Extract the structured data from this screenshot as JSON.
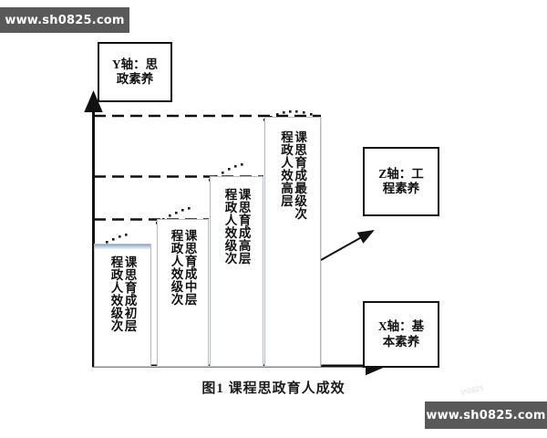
{
  "figure": {
    "caption": "图1  课程思政育人成效",
    "axes": {
      "y_label": "Y轴：思政素养",
      "y_label_line1": "Y轴：思",
      "y_label_line2": "政素养",
      "z_label": "Z轴：工程素养",
      "z_label_line1": "Z轴：工",
      "z_label_line2": "程素养",
      "x_label": "X轴：基本素养",
      "x_label_line1": "X轴：基",
      "x_label_line2": "本素养"
    },
    "colors": {
      "axis": "#111111",
      "bar_outline": "#b9bcc0",
      "bar_fill": "#ffffff",
      "bar_cap_accent": "#8fa8c4",
      "watermark_bg": "#595959",
      "watermark_text": "#ffffff"
    }
  },
  "watermarks": {
    "top": "www.sh0825.com",
    "bottom": "www.sh0825.com",
    "faint": "sh0825"
  },
  "chart_data": {
    "type": "bar",
    "title": "图1  课程思政育人成效",
    "xlabel": "X轴：基本素养",
    "ylabel": "Y轴：思政素养",
    "zlabel": "Z轴：工程素养",
    "grid": false,
    "legend": "none",
    "categories": [
      "课程思政育人成效初级层次",
      "课程思政育人成效中级层次",
      "课程思政育人成效高级层次",
      "课程思政育人成效最高级层次"
    ],
    "values": [
      1,
      2,
      3,
      4
    ],
    "ylim": [
      0,
      4
    ],
    "annotations": [
      {
        "text": "Y轴：思政素养",
        "position": "top-left"
      },
      {
        "text": "Z轴：工程素养",
        "position": "right-upper"
      },
      {
        "text": "X轴：基本素养",
        "position": "right-lower"
      }
    ],
    "bars": [
      {
        "index": 1,
        "level": "初级层次",
        "label_col_right": "课思育成初层",
        "label_col_left": "程政人效级次",
        "label_full": "课程思政育人成效初级层次",
        "height_rank": 1,
        "has_accent_cap": true
      },
      {
        "index": 2,
        "level": "中级层次",
        "label_col_right": "课思育成中层",
        "label_col_left": "程政人效级次",
        "label_full": "课程思政育人成效中级层次",
        "height_rank": 2,
        "has_accent_cap": false
      },
      {
        "index": 3,
        "level": "高级层次",
        "label_col_right": "课思育成高层",
        "label_col_left": "程政人效级次",
        "label_full": "课程思政育人成效高级层次",
        "height_rank": 3,
        "has_accent_cap": false
      },
      {
        "index": 4,
        "level": "最高级层次",
        "label_col_right": "课思育成最级次",
        "label_col_left": "程政人效高层",
        "label_full": "课程思政育人成效最高级层次",
        "height_rank": 4,
        "has_accent_cap": false
      }
    ]
  }
}
